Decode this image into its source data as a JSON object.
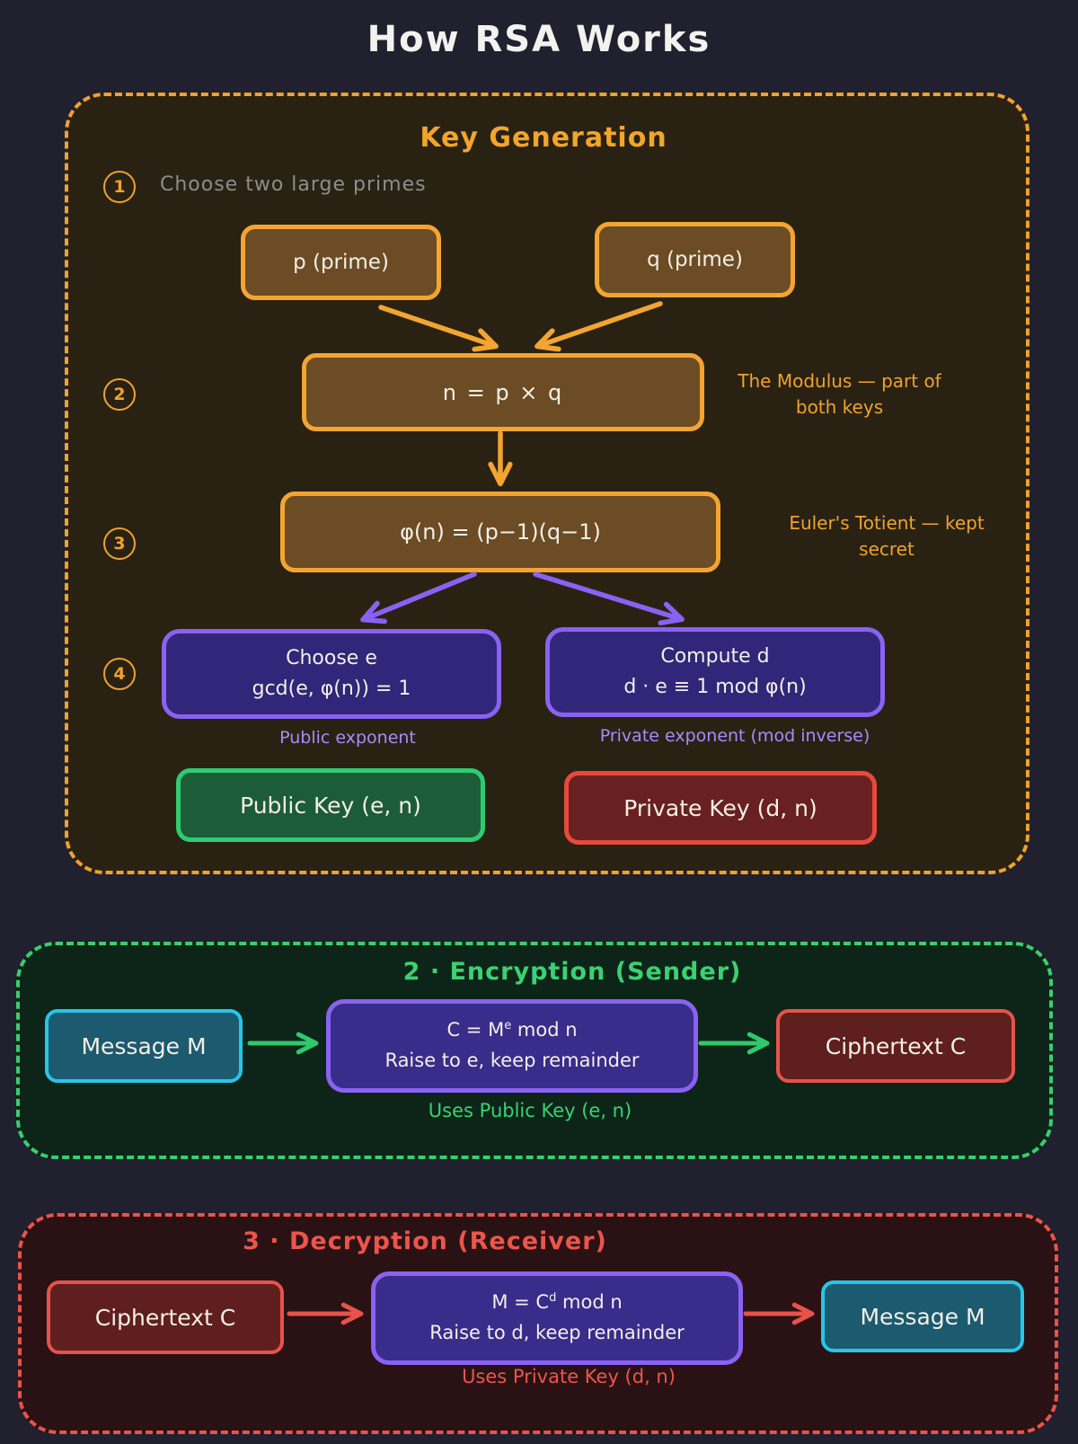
{
  "title": "How RSA Works",
  "key_generation": {
    "title": "Key Generation",
    "step_numbers": [
      "1",
      "2",
      "3",
      "4"
    ],
    "step1_label": "Choose two large primes",
    "p_box": "p (prime)",
    "q_box": "q (prime)",
    "n_box": "n = p × q",
    "phi_box": "φ(n) = (p−1)(q−1)",
    "modulus_note": "The Modulus — part of both keys",
    "totient_note": "Euler's Totient — kept secret",
    "choose_e_line1": "Choose e",
    "choose_e_line2": "gcd(e, φ(n)) = 1",
    "public_exponent_label": "Public exponent",
    "compute_d_line1": "Compute d",
    "compute_d_line2": "d · e ≡ 1 mod φ(n)",
    "private_exponent_label": "Private exponent (mod inverse)",
    "public_key_box": "Public Key (e, n)",
    "private_key_box": "Private Key (d, n)"
  },
  "encryption": {
    "title": "2 · Encryption (Sender)",
    "input_box": "Message M",
    "formula_base": "C = M",
    "formula_sup": "e",
    "formula_rest": " mod n",
    "formula_hint": "Raise to e, keep remainder",
    "caption": "Uses Public Key (e, n)",
    "output_box": "Ciphertext C"
  },
  "decryption": {
    "title": "3 · Decryption (Receiver)",
    "input_box": "Ciphertext C",
    "formula_base": "M = C",
    "formula_sup": "d",
    "formula_rest": " mod n",
    "formula_hint": "Raise to d, keep remainder",
    "caption": "Uses Private Key (d, n)",
    "output_box": "Message M"
  },
  "colors": {
    "background": "#20202e",
    "orange": "#efa22f",
    "purple": "#8a62f2",
    "green": "#2ecc71",
    "red": "#e8524a",
    "cyan": "#27c6e9"
  }
}
